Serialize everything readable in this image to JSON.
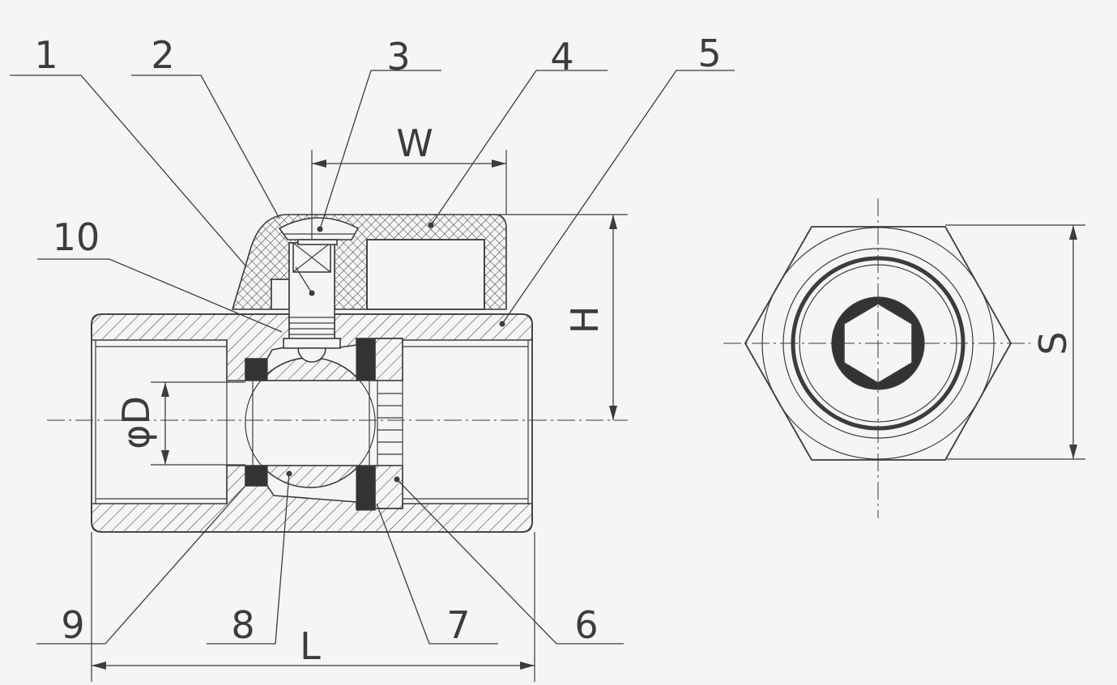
{
  "callouts": [
    "1",
    "2",
    "3",
    "4",
    "5",
    "6",
    "7",
    "8",
    "9",
    "10"
  ],
  "dimensions": {
    "w": "W",
    "h": "H",
    "d": "φD",
    "l": "L",
    "s": "S"
  },
  "colors": {
    "paper": "#f5f5f3",
    "line": "#3c3c3c",
    "seat": "#333333"
  }
}
